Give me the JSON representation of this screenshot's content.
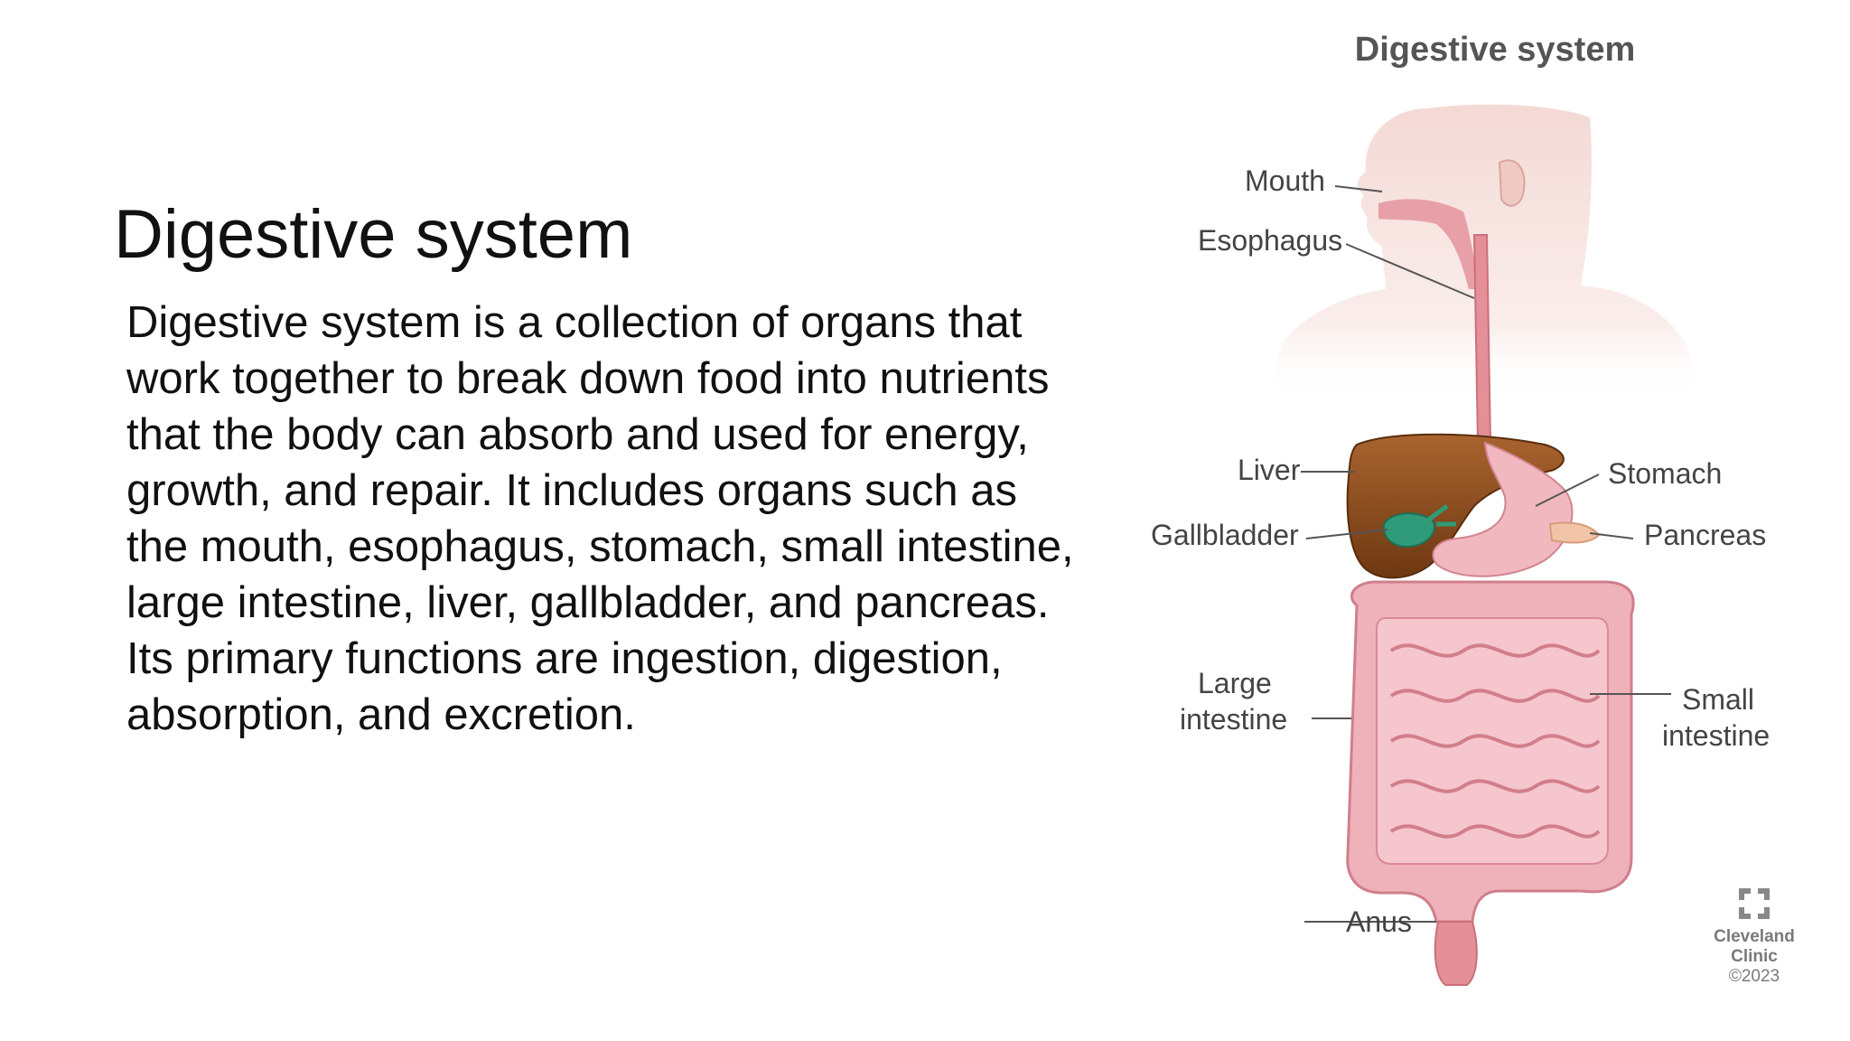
{
  "slide": {
    "title": "Digestive system",
    "body": "Digestive system is a collection of organs that work together to break down food into nutrients that the body can absorb and used for energy, growth, and repair. It includes organs such as the mouth, esophagus, stomach, small intestine, large intestine, liver, gallbladder, and pancreas. Its primary functions are ingestion, digestion, absorption, and excretion."
  },
  "figure": {
    "title": "Digestive system",
    "labels": {
      "mouth": "Mouth",
      "esophagus": "Esophagus",
      "liver": "Liver",
      "gallbladder": "Gallbladder",
      "large_intestine_1": "Large",
      "large_intestine_2": "intestine",
      "anus": "Anus",
      "stomach": "Stomach",
      "pancreas": "Pancreas",
      "small_intestine_1": "Small",
      "small_intestine_2": "intestine"
    },
    "logo": {
      "line1": "Cleveland",
      "line2": "Clinic",
      "line3": "©2023"
    },
    "colors": {
      "liver": "#8b4a1e",
      "gallbladder": "#2f9b78",
      "organ_pink": "#e8a0a8",
      "intestine_pink": "#f2b8c0",
      "skin": "#f3d7d2"
    }
  }
}
